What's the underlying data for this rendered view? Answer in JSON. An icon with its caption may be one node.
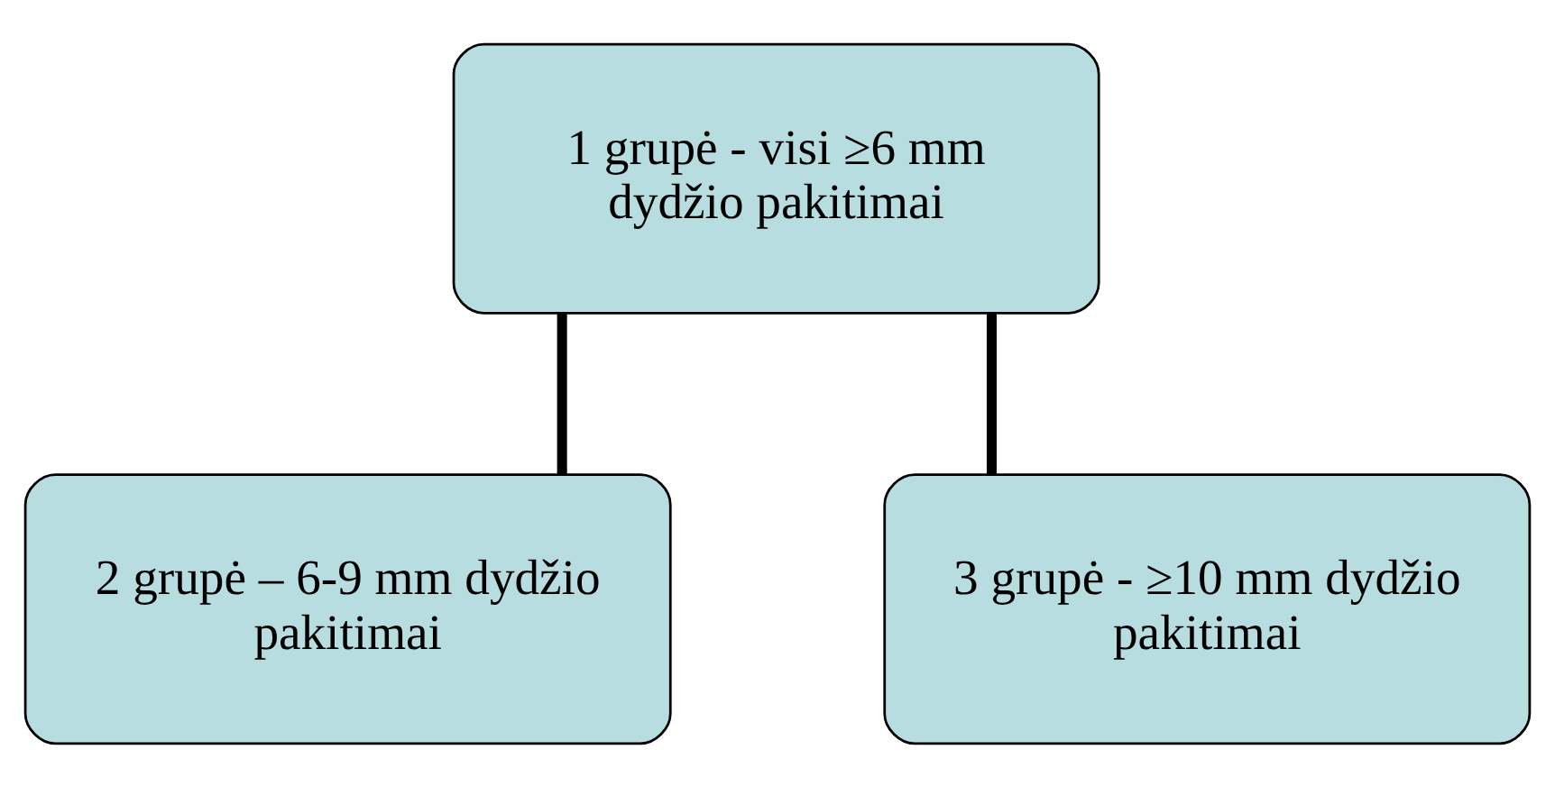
{
  "diagram": {
    "nodes": [
      {
        "text": [
          "1 grupė - visi ≥6 mm dydžio pakitimai"
        ]
      },
      {
        "text": [
          "2 grupė – 6-9 mm dydžio pakitimai"
        ]
      },
      {
        "text": [
          "3 grupė - ≥10 mm dydžio pakitimai"
        ]
      }
    ],
    "edges": [
      {
        "from": 0,
        "to": 1,
        "arrow": "none"
      },
      {
        "from": 0,
        "to": 2,
        "arrow": "none"
      }
    ]
  }
}
